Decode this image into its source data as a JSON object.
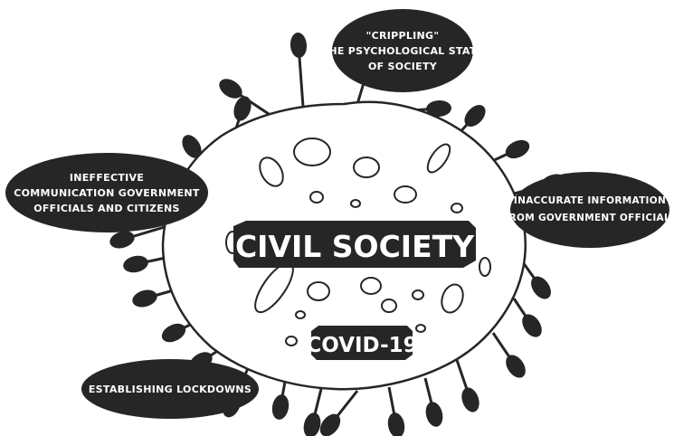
{
  "center_label": "CIVIL SOCIETY",
  "subtitle_label": "COVID-19",
  "factors": {
    "top": [
      "\"CRIPPLING\"",
      "THE PSYCHOLOGICAL STATE",
      "OF SOCIETY"
    ],
    "left": [
      "INEFFECTIVE",
      "COMMUNICATION GOVERNMENT",
      "OFFICIALS AND CITIZENS"
    ],
    "right": [
      "INACCURATE INFORMATION",
      "FROM GOVERNMENT OFFICIALS"
    ],
    "bottom_left": [
      "ESTABLISHING LOCKDOWNS"
    ]
  },
  "colors": {
    "fill": "#262626",
    "stroke": "#262626",
    "background": "#ffffff",
    "text_on_dark": "#ffffff"
  }
}
